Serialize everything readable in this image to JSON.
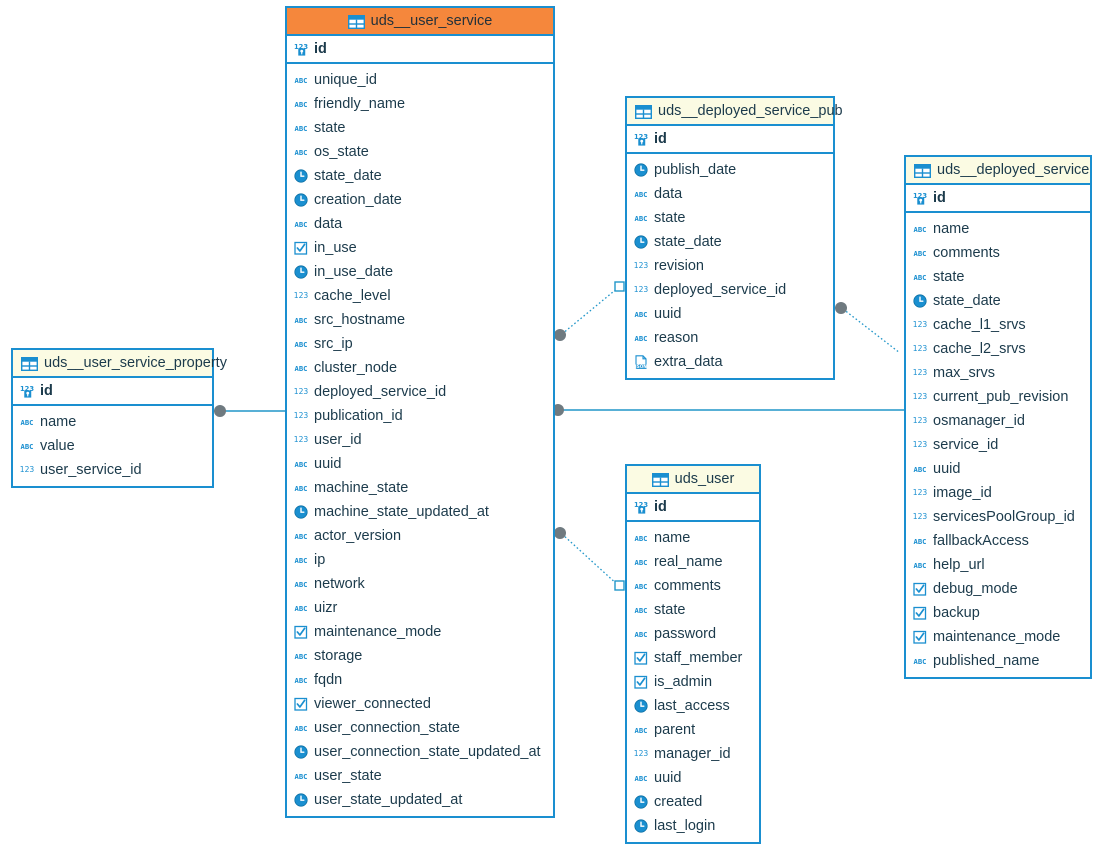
{
  "diagram": {
    "title": "UDS database entity relationship diagram",
    "type": "er-diagram",
    "colors": {
      "border": "#1a8fd0",
      "header_default": "#fbfbe3",
      "header_accent": "#f5873c",
      "text": "#1b3a4b",
      "icon_blue": "#1a8fd0",
      "connector_line": "#2196c9",
      "connector_dot": "#6f7a80"
    }
  },
  "entities": [
    {
      "id": "user_service",
      "name": "uds__user_service",
      "accent": true,
      "pk": {
        "name": "id",
        "type": "pk-int"
      },
      "columns": [
        {
          "name": "unique_id",
          "type": "string"
        },
        {
          "name": "friendly_name",
          "type": "string"
        },
        {
          "name": "state",
          "type": "string"
        },
        {
          "name": "os_state",
          "type": "string"
        },
        {
          "name": "state_date",
          "type": "date"
        },
        {
          "name": "creation_date",
          "type": "date"
        },
        {
          "name": "data",
          "type": "string"
        },
        {
          "name": "in_use",
          "type": "bool"
        },
        {
          "name": "in_use_date",
          "type": "date"
        },
        {
          "name": "cache_level",
          "type": "int"
        },
        {
          "name": "src_hostname",
          "type": "string"
        },
        {
          "name": "src_ip",
          "type": "string"
        },
        {
          "name": "cluster_node",
          "type": "string"
        },
        {
          "name": "deployed_service_id",
          "type": "int"
        },
        {
          "name": "publication_id",
          "type": "int"
        },
        {
          "name": "user_id",
          "type": "int"
        },
        {
          "name": "uuid",
          "type": "string"
        },
        {
          "name": "machine_state",
          "type": "string"
        },
        {
          "name": "machine_state_updated_at",
          "type": "date"
        },
        {
          "name": "actor_version",
          "type": "string"
        },
        {
          "name": "ip",
          "type": "string"
        },
        {
          "name": "network",
          "type": "string"
        },
        {
          "name": "uizr",
          "type": "string"
        },
        {
          "name": "maintenance_mode",
          "type": "bool"
        },
        {
          "name": "storage",
          "type": "string"
        },
        {
          "name": "fqdn",
          "type": "string"
        },
        {
          "name": "viewer_connected",
          "type": "bool"
        },
        {
          "name": "user_connection_state",
          "type": "string"
        },
        {
          "name": "user_connection_state_updated_at",
          "type": "date"
        },
        {
          "name": "user_state",
          "type": "string"
        },
        {
          "name": "user_state_updated_at",
          "type": "date"
        }
      ]
    },
    {
      "id": "deployed_service_pub",
      "name": "uds__deployed_service_pub",
      "accent": false,
      "pk": {
        "name": "id",
        "type": "pk-int"
      },
      "columns": [
        {
          "name": "publish_date",
          "type": "date"
        },
        {
          "name": "data",
          "type": "string"
        },
        {
          "name": "state",
          "type": "string"
        },
        {
          "name": "state_date",
          "type": "date"
        },
        {
          "name": "revision",
          "type": "int"
        },
        {
          "name": "deployed_service_id",
          "type": "int"
        },
        {
          "name": "uuid",
          "type": "string"
        },
        {
          "name": "reason",
          "type": "string"
        },
        {
          "name": "extra_data",
          "type": "json"
        }
      ]
    },
    {
      "id": "deployed_service",
      "name": "uds__deployed_service",
      "accent": false,
      "pk": {
        "name": "id",
        "type": "pk-int"
      },
      "columns": [
        {
          "name": "name",
          "type": "string"
        },
        {
          "name": "comments",
          "type": "string"
        },
        {
          "name": "state",
          "type": "string"
        },
        {
          "name": "state_date",
          "type": "date"
        },
        {
          "name": "cache_l1_srvs",
          "type": "int"
        },
        {
          "name": "cache_l2_srvs",
          "type": "int"
        },
        {
          "name": "max_srvs",
          "type": "int"
        },
        {
          "name": "current_pub_revision",
          "type": "int"
        },
        {
          "name": "osmanager_id",
          "type": "int"
        },
        {
          "name": "service_id",
          "type": "int"
        },
        {
          "name": "uuid",
          "type": "string"
        },
        {
          "name": "image_id",
          "type": "int"
        },
        {
          "name": "servicesPoolGroup_id",
          "type": "int"
        },
        {
          "name": "fallbackAccess",
          "type": "string"
        },
        {
          "name": "help_url",
          "type": "string"
        },
        {
          "name": "debug_mode",
          "type": "bool"
        },
        {
          "name": "backup",
          "type": "bool"
        },
        {
          "name": "maintenance_mode",
          "type": "bool"
        },
        {
          "name": "published_name",
          "type": "string"
        }
      ]
    },
    {
      "id": "user_service_property",
      "name": "uds__user_service_property",
      "accent": false,
      "pk": {
        "name": "id",
        "type": "pk-int"
      },
      "columns": [
        {
          "name": "name",
          "type": "string"
        },
        {
          "name": "value",
          "type": "string"
        },
        {
          "name": "user_service_id",
          "type": "int"
        }
      ]
    },
    {
      "id": "user",
      "name": "uds_user",
      "accent": false,
      "pk": {
        "name": "id",
        "type": "pk-int"
      },
      "columns": [
        {
          "name": "name",
          "type": "string"
        },
        {
          "name": "real_name",
          "type": "string"
        },
        {
          "name": "comments",
          "type": "string"
        },
        {
          "name": "state",
          "type": "string"
        },
        {
          "name": "password",
          "type": "string"
        },
        {
          "name": "staff_member",
          "type": "bool"
        },
        {
          "name": "is_admin",
          "type": "bool"
        },
        {
          "name": "last_access",
          "type": "date"
        },
        {
          "name": "parent",
          "type": "string"
        },
        {
          "name": "manager_id",
          "type": "int"
        },
        {
          "name": "uuid",
          "type": "string"
        },
        {
          "name": "created",
          "type": "date"
        },
        {
          "name": "last_login",
          "type": "date"
        }
      ]
    }
  ],
  "relationships": [
    {
      "id": "rel-userservice-to-dspub",
      "from_entity": "uds__user_service",
      "from_column": "publication_id",
      "to_entity": "uds__deployed_service_pub",
      "to_column": "id",
      "style": "dotted"
    },
    {
      "id": "rel-userservice-to-user",
      "from_entity": "uds__user_service",
      "from_column": "user_id",
      "to_entity": "uds_user",
      "to_column": "id",
      "style": "dotted"
    },
    {
      "id": "rel-userservice-to-deployedservice",
      "from_entity": "uds__user_service",
      "from_column": "deployed_service_id",
      "to_entity": "uds__deployed_service",
      "to_column": "id",
      "style": "solid"
    },
    {
      "id": "rel-usp-to-userservice",
      "from_entity": "uds__user_service_property",
      "from_column": "user_service_id",
      "to_entity": "uds__user_service",
      "to_column": "id",
      "style": "solid"
    },
    {
      "id": "rel-dspub-to-deployedservice",
      "from_entity": "uds__deployed_service_pub",
      "from_column": "deployed_service_id",
      "to_entity": "uds__deployed_service",
      "to_column": "id",
      "style": "dotted"
    }
  ],
  "icon_legend": {
    "string": "abc-icon",
    "int": "number-icon",
    "date": "clock-icon",
    "bool": "checkbox-icon",
    "json": "json-icon",
    "pk-int": "primary-key-number-icon",
    "table": "table-grid-icon"
  }
}
